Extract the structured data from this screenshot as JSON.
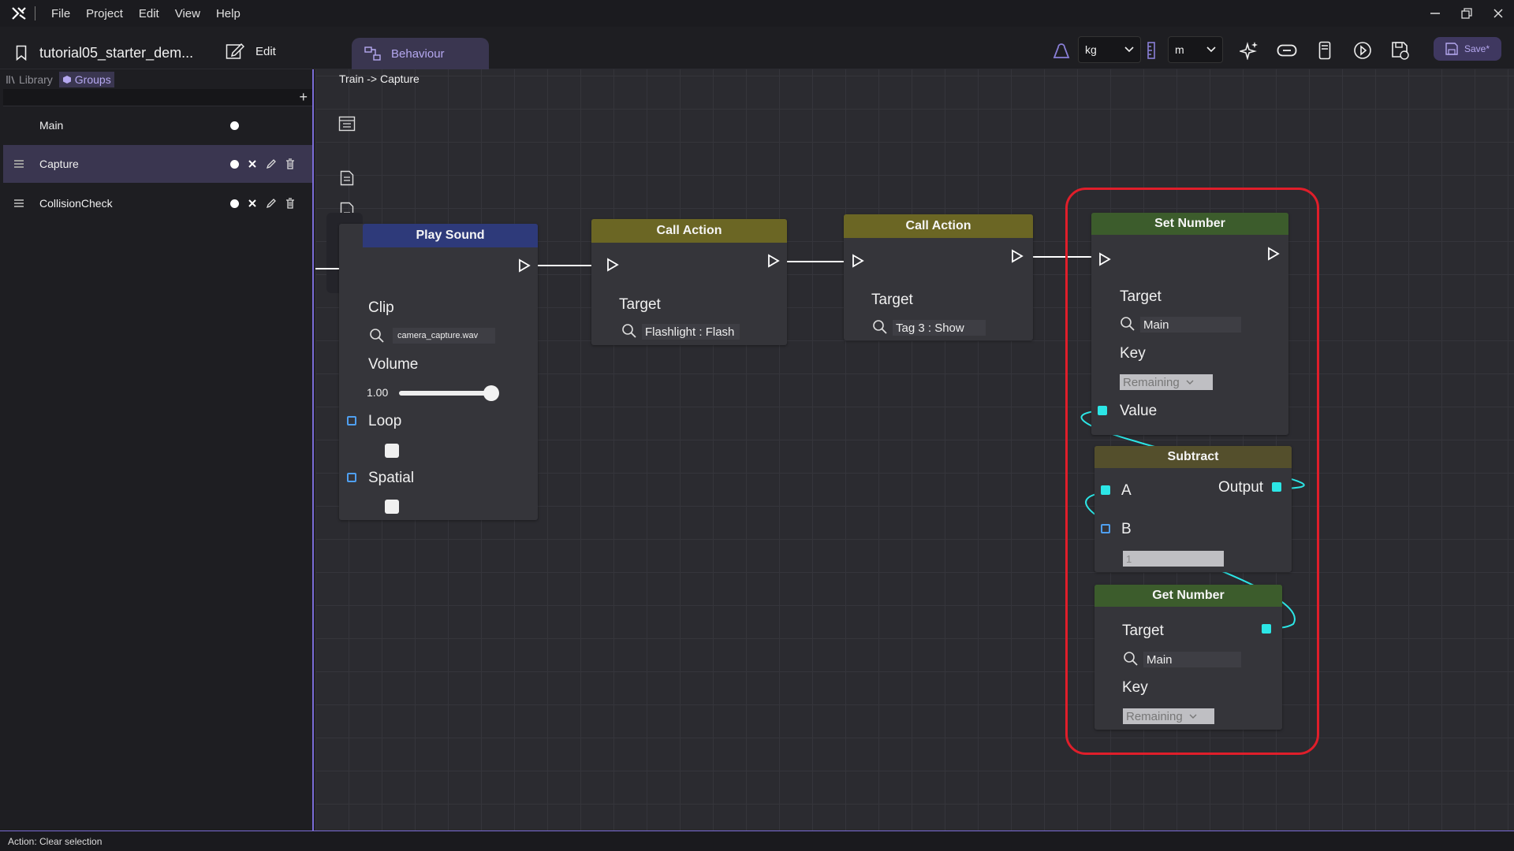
{
  "menubar": {
    "items": [
      "File",
      "Project",
      "Edit",
      "View",
      "Help"
    ]
  },
  "toolbar": {
    "project_title": "tutorial05_starter_dem...",
    "edit_label": "Edit",
    "tab_label": "Behaviour",
    "mass_unit": "kg",
    "length_unit": "m",
    "save_label": "Save*"
  },
  "left_panel": {
    "tabs": [
      "Library",
      "Groups"
    ],
    "active_tab": "Groups",
    "groups": [
      "Main",
      "Capture",
      "CollisionCheck"
    ],
    "selected_group": "Capture"
  },
  "canvas": {
    "breadcrumb": "Train -> Capture",
    "nodes": {
      "play_sound": {
        "title": "Play Sound",
        "clip_label": "Clip",
        "clip_value": "camera_capture.wav",
        "volume_label": "Volume",
        "volume_value": "1.00",
        "volume_level": 1.0,
        "loop_label": "Loop",
        "spatial_label": "Spatial"
      },
      "call_action_1": {
        "title": "Call Action",
        "target_label": "Target",
        "target_value": "Flashlight : Flash"
      },
      "call_action_2": {
        "title": "Call Action",
        "target_label": "Target",
        "target_value": "Tag 3 : Show"
      },
      "set_number": {
        "title": "Set Number",
        "target_label": "Target",
        "target_value": "Main",
        "key_label": "Key",
        "key_value": "Remaining",
        "value_label": "Value"
      },
      "subtract": {
        "title": "Subtract",
        "a_label": "A",
        "b_label": "B",
        "b_value": "1",
        "output_label": "Output"
      },
      "get_number": {
        "title": "Get Number",
        "target_label": "Target",
        "target_value": "Main",
        "key_label": "Key",
        "key_value": "Remaining"
      }
    }
  },
  "status": {
    "text": "Action: Clear selection"
  },
  "colors": {
    "accent": "#7a6bd6",
    "play_sound_header": "#2e3a7a",
    "call_action_header": "#6b6624",
    "set_number_header": "#3c5c2c",
    "wire_data": "#2ce6e6",
    "highlight": "#e01e2a"
  }
}
